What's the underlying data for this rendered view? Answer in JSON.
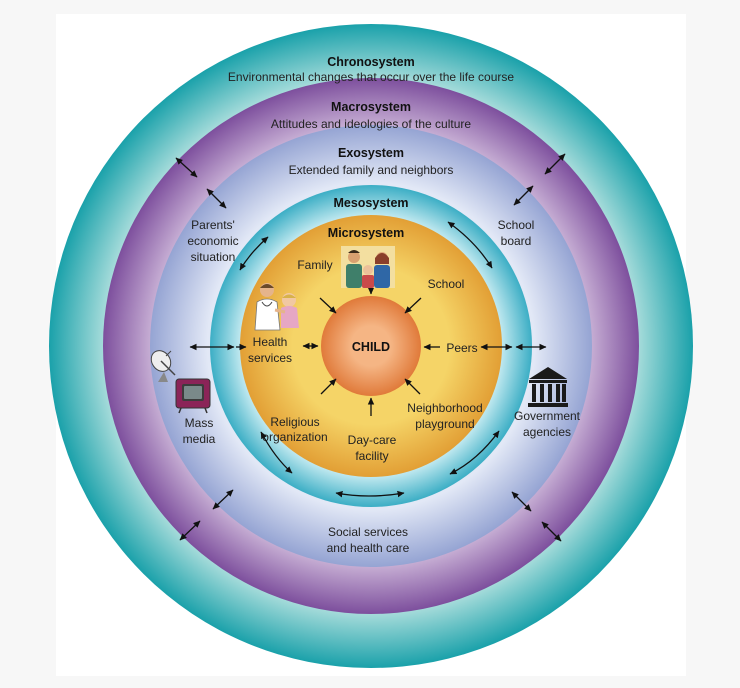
{
  "diagram": {
    "center": "CHILD",
    "layers": [
      {
        "title": "Chronosystem",
        "subtitle": "Environmental changes that occur over the life course"
      },
      {
        "title": "Macrosystem",
        "subtitle": "Attitudes and ideologies of the culture"
      },
      {
        "title": "Exosystem",
        "subtitle": "Extended family and neighbors"
      },
      {
        "title": "Mesosystem"
      },
      {
        "title": "Microsystem"
      }
    ],
    "microsystem_labels": {
      "family": "Family",
      "school": "School",
      "health_1": "Health",
      "health_2": "services",
      "peers": "Peers",
      "religious_1": "Religious",
      "religious_2": "organization",
      "daycare_1": "Day-care",
      "daycare_2": "facility",
      "neighborhood_1": "Neighborhood",
      "neighborhood_2": "playground"
    },
    "exosystem_labels": {
      "parents_1": "Parents'",
      "parents_2": "economic",
      "parents_3": "situation",
      "school_board_1": "School",
      "school_board_2": "board",
      "mass_media_1": "Mass",
      "mass_media_2": "media",
      "government_1": "Government",
      "government_2": "agencies",
      "social_1": "Social services",
      "social_2": "and health care"
    },
    "colors": {
      "chrono_outer": "#2ba6ad",
      "chrono_inner": "#b9e3e1",
      "macro_outer": "#8a5fa6",
      "macro_inner": "#cdb6d8",
      "exo_outer": "#9aa9d6",
      "exo_inner": "#dfe5f4",
      "meso_outer": "#4bb4c8",
      "meso_inner": "#c6eaf0",
      "micro_outer": "#e6a53a",
      "micro_inner": "#f4cf63",
      "child_outer": "#e3803f",
      "child_inner": "#f4b07c"
    },
    "icons": [
      "family-photo-icon",
      "doctor-child-icon",
      "satellite-tv-icon",
      "government-building-icon"
    ]
  }
}
